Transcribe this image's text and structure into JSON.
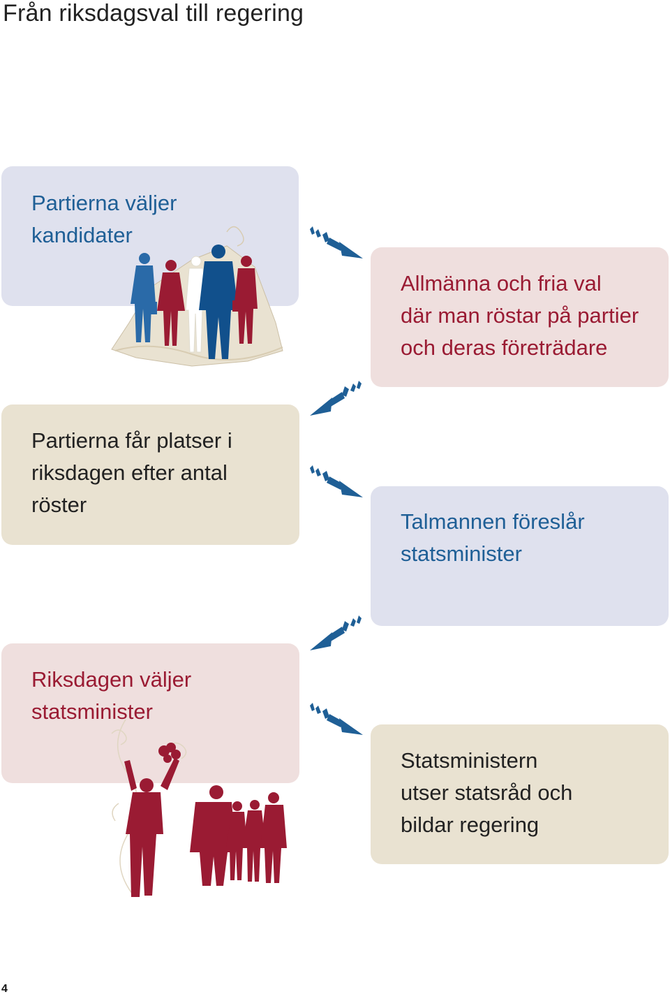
{
  "title": "Från riksdagsval till regering",
  "steps": [
    {
      "text": "Partierna väljer\nkandidater"
    },
    {
      "text": "Allmänna och fria val\ndär man röstar på partier\noch deras företrädare"
    },
    {
      "text": "Partierna får platser i\nriksdagen efter antal\nröster"
    },
    {
      "text": "Talmannen föreslår\nstatsminister"
    },
    {
      "text": "Riksdagen väljer\nstatsminister"
    },
    {
      "text": "Statsministern\nutser statsråd och\nbildar regering"
    }
  ],
  "page_number": "4",
  "colors": {
    "blue_box": "#dfe1ee",
    "red_box": "#efdfde",
    "beige_box": "#e9e2d1",
    "blue_text": "#1f5f96",
    "red_text": "#9a1b33",
    "arrow": "#1f5f96",
    "figure_red": "#9a1b33",
    "figure_blue": "#1f5f96"
  },
  "icons": [
    "right-down-arrow-icon",
    "left-down-arrow-icon",
    "people-group-icon",
    "celebrating-people-icon"
  ]
}
